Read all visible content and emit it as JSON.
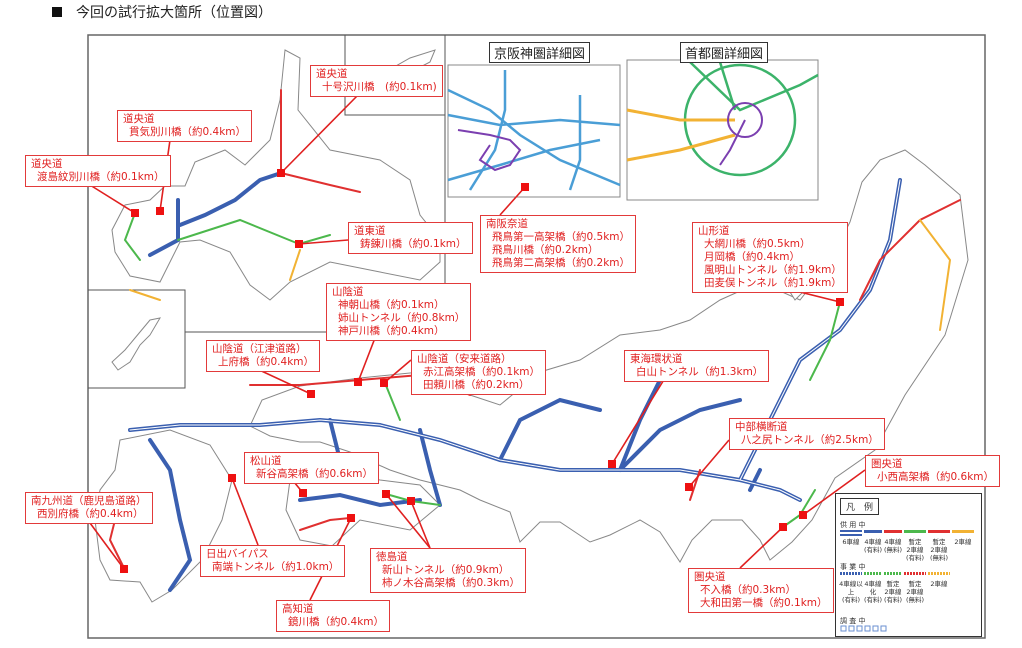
{
  "title": "今回の試行拡大箇所（位置図）",
  "insets": {
    "keihanshin_title": "京阪神圏詳細図",
    "shuto_title": "首都圏詳細図"
  },
  "callouts": [
    {
      "route": "道央道",
      "items": [
        "十号沢川橋　(約0.1km)"
      ]
    },
    {
      "route": "道央道",
      "items": [
        "貫気別川橋（約0.4km）"
      ]
    },
    {
      "route": "道央道",
      "items": [
        "渡島紋別川橋（約0.1km）"
      ]
    },
    {
      "route": "道東道",
      "items": [
        "鋳錬川橋（約0.1km）"
      ]
    },
    {
      "route": "南阪奈道",
      "items": [
        "飛鳥第一高架橋（約0.5km）",
        "飛鳥川橋（約0.2km）",
        "飛鳥第二高架橋（約0.2km）"
      ]
    },
    {
      "route": "山形道",
      "items": [
        "大網川橋（約0.5km）",
        "月岡橋（約0.4km）",
        "風明山トンネル（約1.9km）",
        "田麦俣トンネル（約1.9km）"
      ]
    },
    {
      "route": "山陰道",
      "items": [
        "神朝山橋（約0.1km）",
        "姉山トンネル（約0.8km）",
        "神戸川橋（約0.4km）"
      ]
    },
    {
      "route": "山陰道（江津道路）",
      "items": [
        "上府橋（約0.4km）"
      ]
    },
    {
      "route": "山陰道（安来道路）",
      "items": [
        "赤江高架橋（約0.1km）",
        "田頼川橋（約0.2km）"
      ]
    },
    {
      "route": "東海環状道",
      "items": [
        "白山トンネル（約1.3km）"
      ]
    },
    {
      "route": "中部横断道",
      "items": [
        "八之尻トンネル（約2.5km）"
      ]
    },
    {
      "route": "圏央道",
      "items": [
        "小西高架橋（約0.6km）"
      ]
    },
    {
      "route": "圏央道",
      "items": [
        "不入橋（約0.3km）",
        "大和田第一橋（約0.1km）"
      ]
    },
    {
      "route": "松山道",
      "items": [
        "新谷高架橋（約0.6km）"
      ]
    },
    {
      "route": "南九州道（鹿児島道路）",
      "items": [
        "西別府橋（約0.4km）"
      ]
    },
    {
      "route": "日出バイパス",
      "items": [
        "南端トンネル（約1.0km）"
      ]
    },
    {
      "route": "高知道",
      "items": [
        "鏡川橋（約0.4km）"
      ]
    },
    {
      "route": "徳島道",
      "items": [
        "新山トンネル（約0.9km）",
        "柿ノ木谷高架橋（約0.3km）"
      ]
    }
  ],
  "legend": {
    "title": "凡　例",
    "in_service": {
      "label": "供 用 中",
      "items": [
        "6車線",
        "4車線\n(有料)",
        "4車線\n(無料)",
        "暫定\n2車線\n(有料)",
        "暫定\n2車線\n(無料)",
        "2車線"
      ]
    },
    "under_construction": {
      "label": "事 業 中",
      "items": [
        "4車線以上\n(有料)",
        "4車線化\n(有料)",
        "暫定\n2車線\n(有料)",
        "暫定\n2車線\n(無料)",
        "2車線"
      ]
    },
    "under_survey": {
      "label": "調 査 中"
    }
  },
  "colors": {
    "six_lane": "#3a5fb0",
    "four_lane_toll": "#3a5fb0",
    "four_lane_free": "#e03030",
    "two_lane_provisional_toll": "#4cb84c",
    "two_lane_provisional_free": "#e03030",
    "two_lane": "#f2b233",
    "callout": "#e02020"
  }
}
